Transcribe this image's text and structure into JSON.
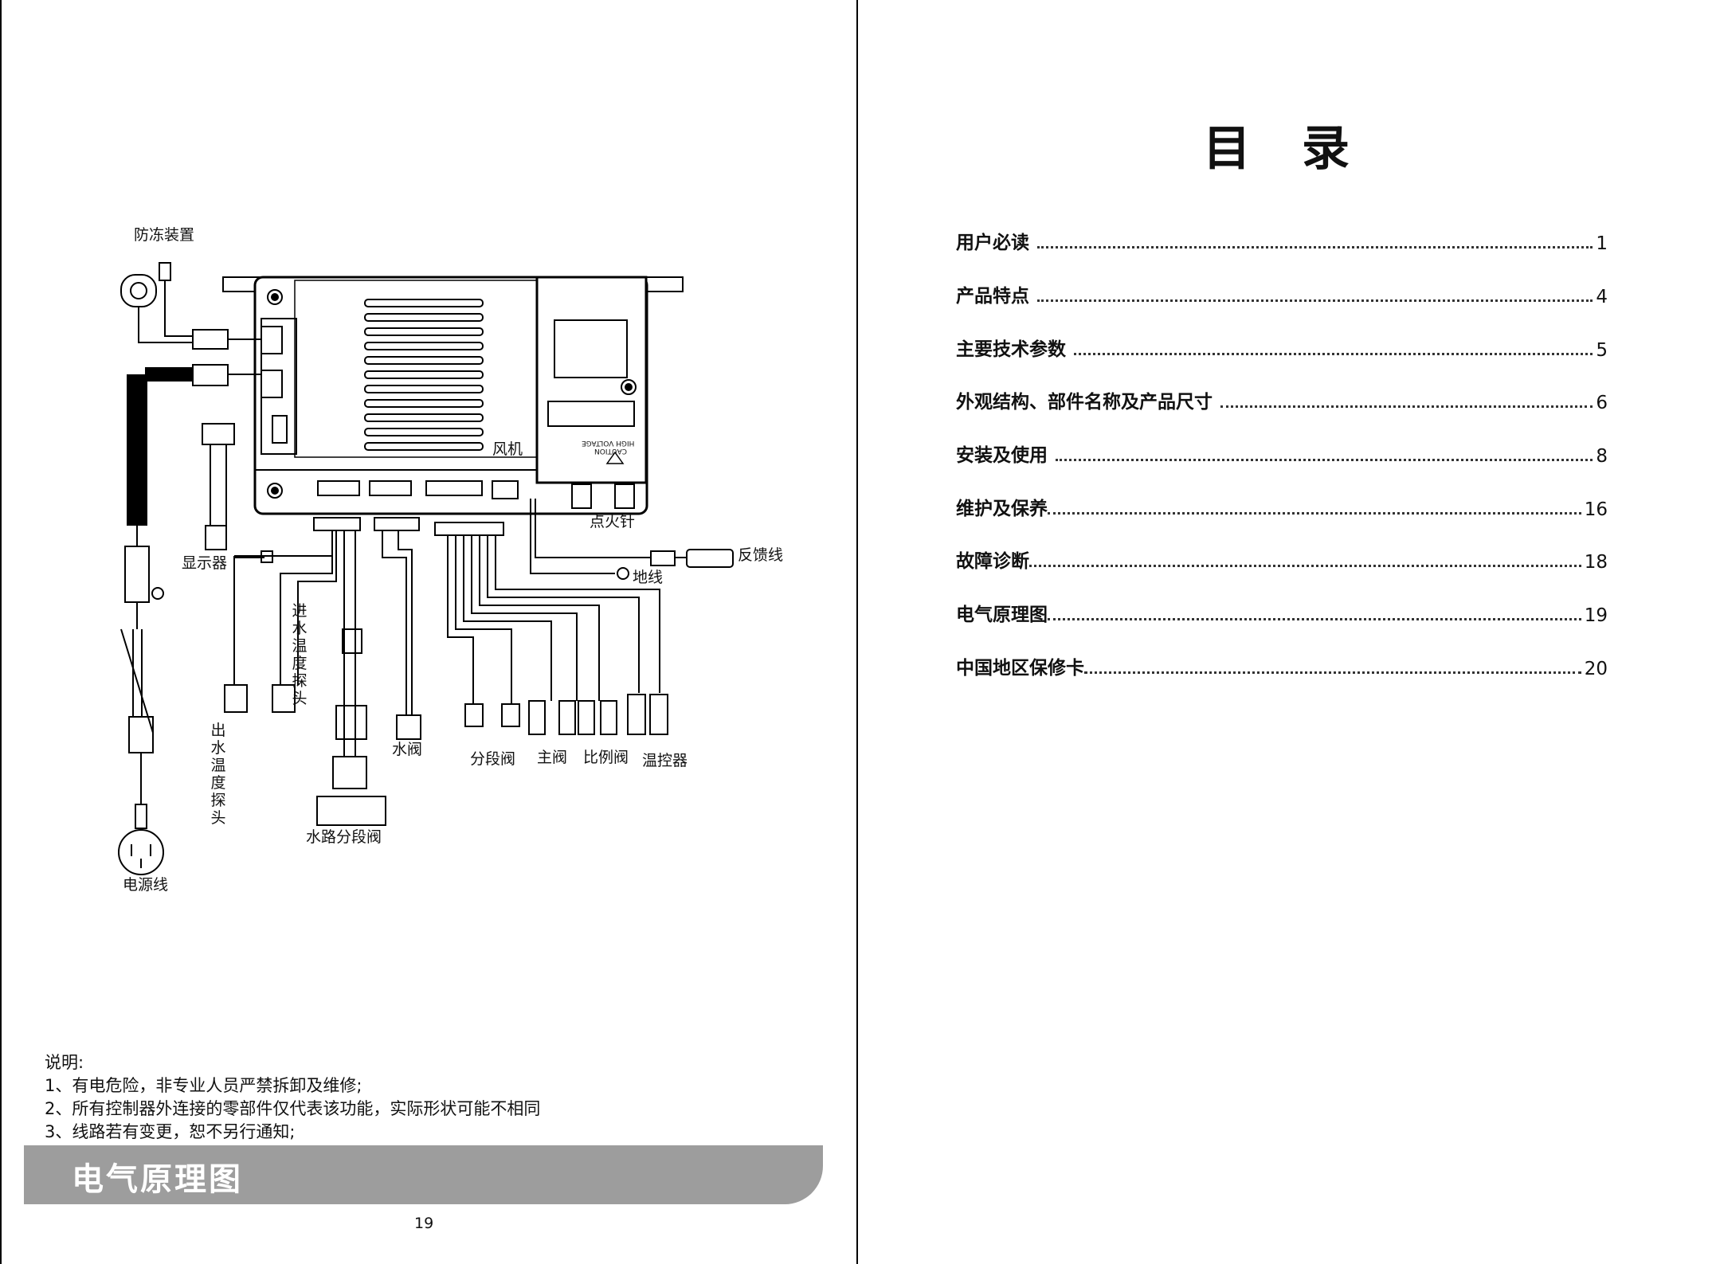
{
  "diagram": {
    "labels": {
      "antifreeze": "防冻装置",
      "fan": "风机",
      "igniter": "点火针",
      "feedback": "反馈线",
      "ground": "地线",
      "display": "显示器",
      "inlet_probe": "进水温度探头",
      "outlet_probe": "出水温度探头",
      "water_valve": "水阀",
      "segment_valve": "分段阀",
      "main_valve": "主阀",
      "proportional_valve": "比例阀",
      "thermostat": "温控器",
      "water_segment_valve": "水路分段阀",
      "power_cord": "电源线",
      "caution": "CAUTION",
      "high_voltage": "HIGH VOLTAGE"
    }
  },
  "notes": {
    "heading": "说明:",
    "items": [
      "1、有电危险，非专业人员严禁拆卸及维修;",
      "2、所有控制器外连接的零部件仅代表该功能，实际形状可能不相同",
      "3、线路若有变更，恕不另行通知;"
    ]
  },
  "left_page": {
    "section_title": "电气原理图",
    "page_number": "19"
  },
  "toc": {
    "title": "目录",
    "entries": [
      {
        "label": "用户必读",
        "page": "1"
      },
      {
        "label": "产品特点",
        "page": "4"
      },
      {
        "label": "主要技术参数",
        "page": "5"
      },
      {
        "label": "外观结构、部件名称及产品尺寸",
        "page": "6"
      },
      {
        "label": "安装及使用",
        "page": "8"
      },
      {
        "label": "维护及保养",
        "page": "16"
      },
      {
        "label": "故障诊断",
        "page": "18"
      },
      {
        "label": "电气原理图",
        "page": "19"
      },
      {
        "label": "中国地区保修卡",
        "page": "20"
      }
    ]
  },
  "colors": {
    "banner": "#9d9d9d",
    "ink": "#111111"
  }
}
